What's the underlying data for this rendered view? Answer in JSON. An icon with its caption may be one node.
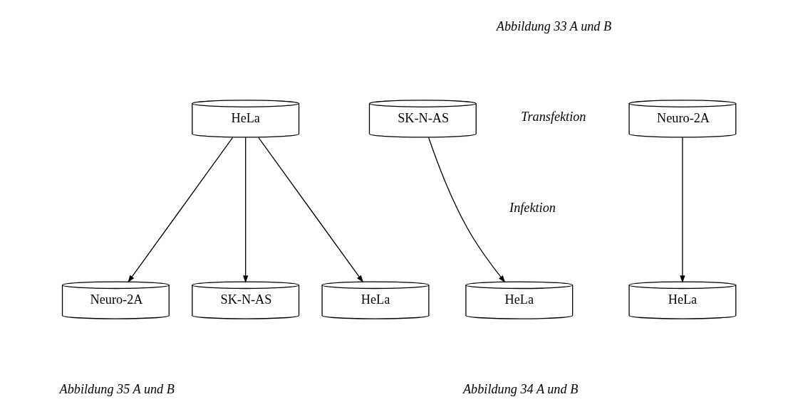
{
  "diagram": {
    "nodes": [
      {
        "text": [
          "HeLa"
        ]
      },
      {
        "text": [
          "SK-N-AS"
        ]
      },
      {
        "text": [
          "Neuro-2A"
        ]
      },
      {
        "text": [
          "Neuro-2A"
        ]
      },
      {
        "text": [
          "SK-N-AS"
        ]
      },
      {
        "text": [
          "HeLa"
        ]
      },
      {
        "text": [
          "HeLa"
        ]
      },
      {
        "text": [
          "HeLa"
        ]
      }
    ],
    "edges": [
      {
        "from": 0,
        "to": 3,
        "arrow": "to"
      },
      {
        "from": 0,
        "to": 4,
        "arrow": "to"
      },
      {
        "from": 0,
        "to": 5,
        "arrow": "to"
      },
      {
        "from": 1,
        "to": 6,
        "arrow": "to"
      },
      {
        "from": 2,
        "to": 7,
        "arrow": "to"
      }
    ],
    "labels": [
      "Abbildung 33 A und B",
      "Transfektion",
      "Infektion",
      "Abbildung 35 A und B",
      "Abbildung 34 A und B"
    ]
  }
}
